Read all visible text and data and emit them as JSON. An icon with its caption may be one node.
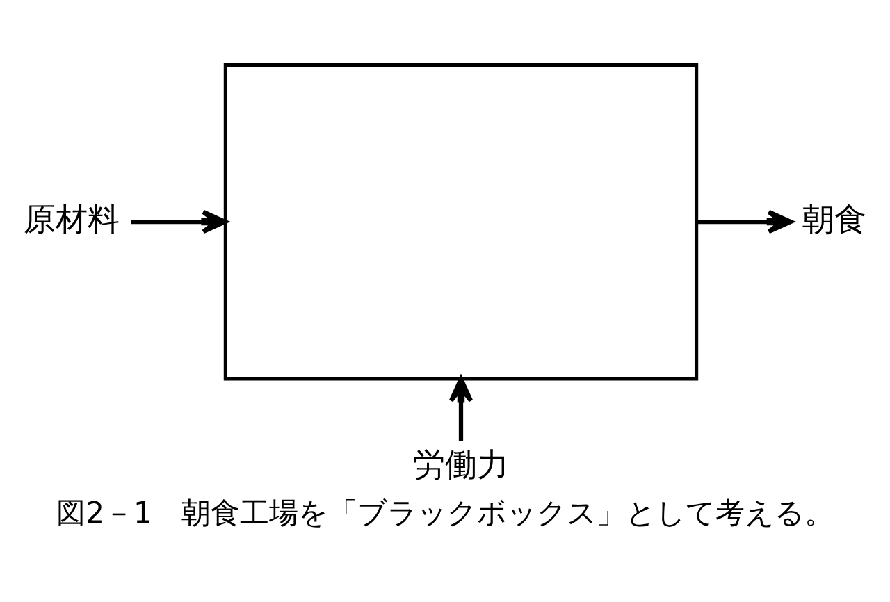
{
  "diagram": {
    "caption": "図2－1　朝食工場を「ブラックボックス」として考える。",
    "nodes": [
      {
        "text": [],
        "shape": "box"
      },
      {
        "text": [
          "原材料"
        ]
      },
      {
        "text": [
          "朝食"
        ]
      },
      {
        "text": [
          "労働力"
        ]
      }
    ],
    "edges": [
      {
        "from": 1,
        "to": 0,
        "arrow": "to"
      },
      {
        "from": 0,
        "to": 2,
        "arrow": "to"
      },
      {
        "from": 3,
        "to": 0,
        "arrow": "to"
      }
    ]
  }
}
